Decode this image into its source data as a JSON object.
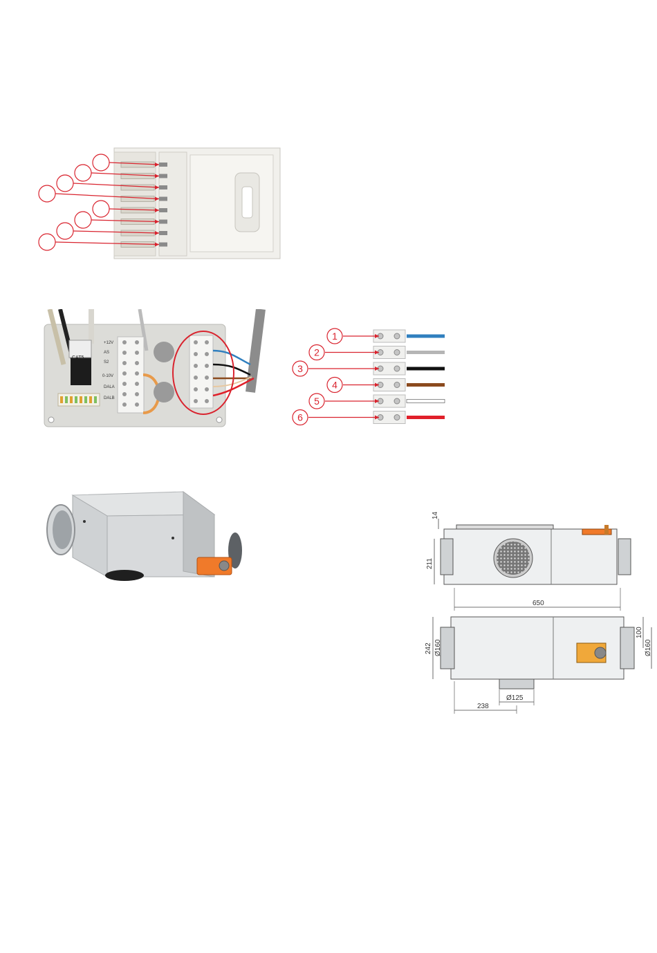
{
  "connector_diagram": {
    "callout_count": 8
  },
  "terminal_strip": {
    "terminals": [
      {
        "number": "1",
        "wire_color": "#2f7fbf"
      },
      {
        "number": "2",
        "wire_color": "#b5b5b5"
      },
      {
        "number": "3",
        "wire_color": "#111111"
      },
      {
        "number": "4",
        "wire_color": "#8b4a1e"
      },
      {
        "number": "5",
        "wire_color": "#ffffff"
      },
      {
        "number": "6",
        "wire_color": "#e0202a"
      }
    ],
    "callout_color": "#d9232e"
  },
  "control_board_photo": {
    "labels": [
      "+12V",
      "AS",
      "S2",
      "CAT5",
      "DALA",
      "DALB",
      "0-10V"
    ]
  },
  "dimensions": {
    "top_view": {
      "height_label": "211",
      "top_offset_label": "14",
      "length_label": "650"
    },
    "bottom_view": {
      "height_label": "242",
      "left_diameter_label": "Ø160",
      "right_offset_label": "100",
      "right_diameter_label": "Ø160",
      "bottom_diameter_label": "Ø125",
      "bottom_offset_label": "238"
    }
  },
  "colors": {
    "callout_red": "#d9232e",
    "damper_orange": "#f07a2a",
    "metal": "#c9ccce"
  }
}
